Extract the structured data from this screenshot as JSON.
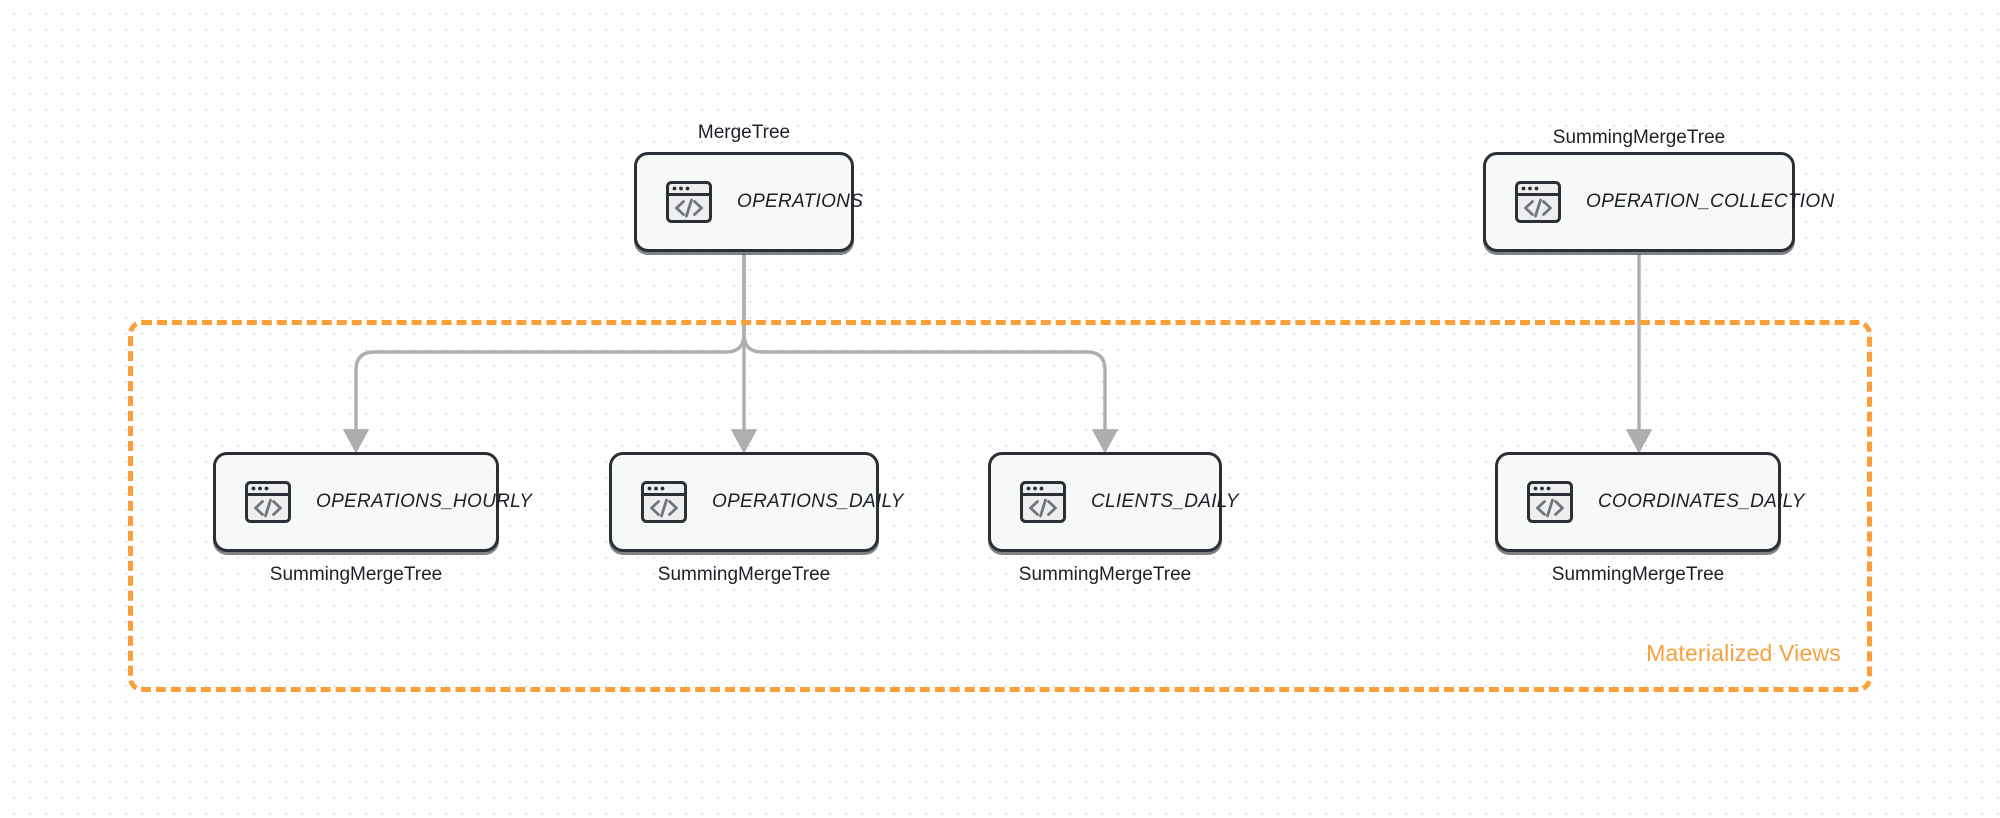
{
  "diagram": {
    "title": "ClickHouse table and materialized view lineage",
    "background": "#ffffff",
    "accent_color": "#f9a03c",
    "node_border_color": "#2b2f36",
    "node_fill_color": "#f7f8f8",
    "edge_color": "#aeaeae"
  },
  "group": {
    "label": "Materialized Views",
    "color": "#f9a03c",
    "border_style": "dashed"
  },
  "sources": [
    {
      "id": "operations",
      "label": "OPERATIONS",
      "engine": "MergeTree",
      "engine_position": "above",
      "icon": "code-window-icon"
    },
    {
      "id": "operation_collection",
      "label": "OPERATION_COLLECTION",
      "engine": "SummingMergeTree",
      "engine_position": "above",
      "icon": "code-window-icon"
    }
  ],
  "views": [
    {
      "id": "operations_hourly",
      "label": "OPERATIONS_HOURLY",
      "engine": "SummingMergeTree",
      "engine_position": "below",
      "icon": "code-window-icon"
    },
    {
      "id": "operations_daily",
      "label": "OPERATIONS_DAILY",
      "engine": "SummingMergeTree",
      "engine_position": "below",
      "icon": "code-window-icon"
    },
    {
      "id": "clients_daily",
      "label": "CLIENTS_DAILY",
      "engine": "SummingMergeTree",
      "engine_position": "below",
      "icon": "code-window-icon"
    },
    {
      "id": "coordinates_daily",
      "label": "COORDINATES_DAILY",
      "engine": "SummingMergeTree",
      "engine_position": "below",
      "icon": "code-window-icon"
    }
  ],
  "edges": [
    {
      "from": "operations",
      "to": "operations_hourly",
      "style": "elbow-arrow"
    },
    {
      "from": "operations",
      "to": "operations_daily",
      "style": "straight-arrow"
    },
    {
      "from": "operations",
      "to": "clients_daily",
      "style": "elbow-arrow"
    },
    {
      "from": "operation_collection",
      "to": "coordinates_daily",
      "style": "straight-arrow"
    }
  ]
}
